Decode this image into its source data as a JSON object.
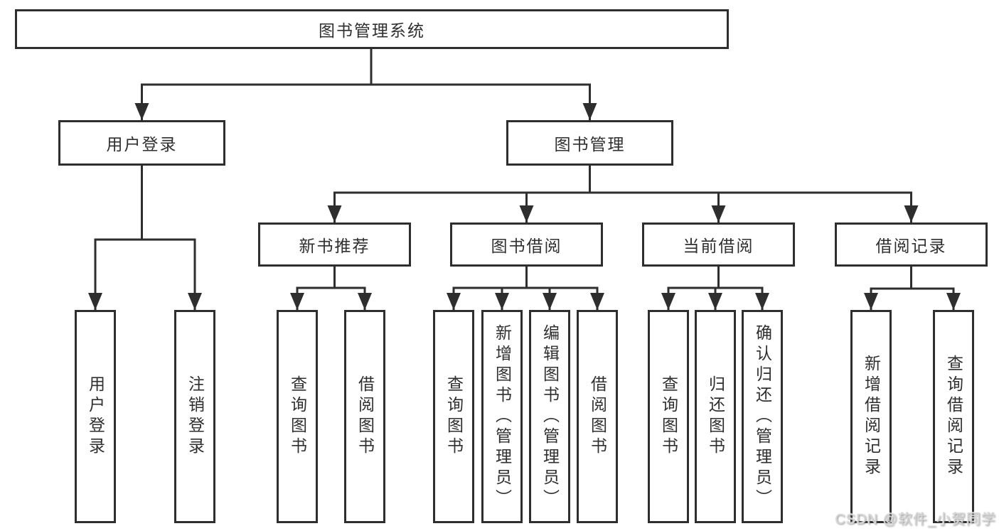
{
  "diagram": {
    "title": "图书管理系统",
    "level2": {
      "user_login": "用户登录",
      "book_mgmt": "图书管理"
    },
    "level3": {
      "new_book_rec": "新书推荐",
      "book_borrow": "图书借阅",
      "current_borrow": "当前借阅",
      "borrow_record": "借阅记录"
    },
    "leaves": {
      "user_login_children": [
        "用户登录",
        "注销登录"
      ],
      "new_book_rec_children": [
        "查询图书",
        "借阅图书"
      ],
      "book_borrow_children": [
        "查询图书",
        "新增图书（管理员）",
        "编辑图书（管理员）",
        "借阅图书"
      ],
      "current_borrow_children": [
        "查询图书",
        "归还图书",
        "确认归还（管理员）"
      ],
      "borrow_record_children": [
        "新增借阅记录",
        "查询借阅记录"
      ]
    },
    "colors": {
      "line": "#2e2e2e",
      "text": "#2f2f2f",
      "box_background": "#ffffff"
    },
    "watermark": "CSDN @软件_小贺同学"
  }
}
